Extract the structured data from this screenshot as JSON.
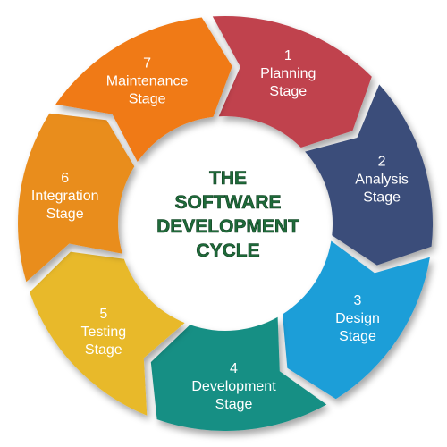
{
  "center_title": [
    "THE",
    "SOFTWARE",
    "DEVELOPMENT",
    "CYCLE"
  ],
  "stages": [
    {
      "number": "1",
      "name": "Planning",
      "suffix": "Stage",
      "color": "#c0424e"
    },
    {
      "number": "2",
      "name": "Analysis",
      "suffix": "Stage",
      "color": "#3b4d7a"
    },
    {
      "number": "3",
      "name": "Design",
      "suffix": "Stage",
      "color": "#1e9ed8"
    },
    {
      "number": "4",
      "name": "Development",
      "suffix": "Stage",
      "color": "#138f84"
    },
    {
      "number": "5",
      "name": "Testing",
      "suffix": "Stage",
      "color": "#e8b92a"
    },
    {
      "number": "6",
      "name": "Integration",
      "suffix": "Stage",
      "color": "#e98d1f"
    },
    {
      "number": "7",
      "name": "Maintenance",
      "suffix": "Stage",
      "color": "#f07a12"
    }
  ],
  "colors": {
    "center_text": "#1f6b3a",
    "center_text_outline": "#0d3b1e"
  }
}
